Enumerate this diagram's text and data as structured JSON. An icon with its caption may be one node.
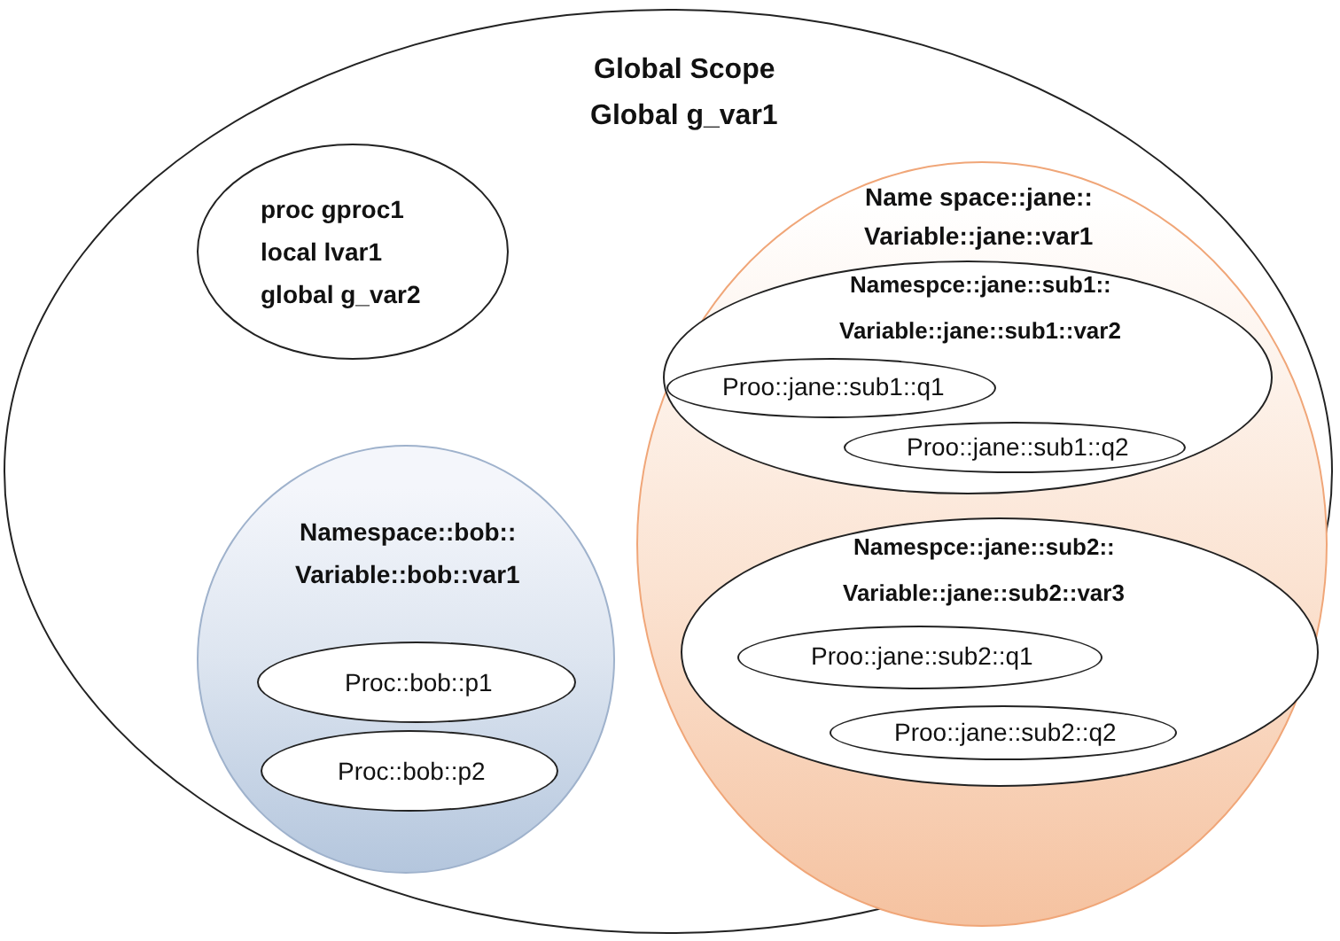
{
  "diagram": {
    "nodes": [
      {
        "text": [
          "Global Scope",
          "Global g_var1"
        ]
      },
      {
        "text": [
          "proc gproc1",
          "local lvar1",
          "global g_var2"
        ],
        "in": 0
      },
      {
        "text": [
          "Name space::jane::",
          "Variable::jane::var1"
        ],
        "in": 0
      },
      {
        "text": [
          "Namespce::jane::sub1::",
          "Variable::jane::sub1::var2"
        ],
        "in": 2
      },
      {
        "text": [
          "Proo::jane::sub1::q1"
        ],
        "in": 3
      },
      {
        "text": [
          "Proo::jane::sub1::q2"
        ],
        "in": 3
      },
      {
        "text": [
          "Namespce::jane::sub2::",
          "Variable::jane::sub2::var3"
        ],
        "in": 2
      },
      {
        "text": [
          "Proo::jane::sub2::q1"
        ],
        "in": 6
      },
      {
        "text": [
          "Proo::jane::sub2::q2"
        ],
        "in": 6
      },
      {
        "text": [
          "Namespace::bob::",
          "Variable::bob::var1"
        ],
        "in": 0
      },
      {
        "text": [
          "Proc::bob::p1"
        ],
        "in": 9
      },
      {
        "text": [
          "Proc::bob::p2"
        ],
        "in": 9
      }
    ],
    "edges": []
  }
}
